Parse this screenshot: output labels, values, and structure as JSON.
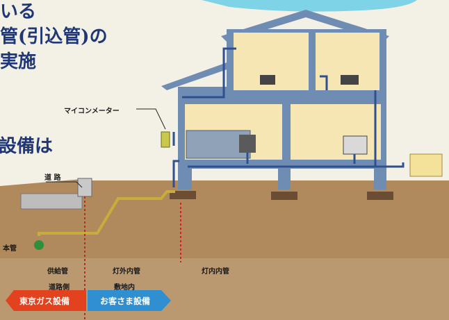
{
  "headline": {
    "line1": "いる",
    "line2": "管(引込管)の",
    "line3": "実施",
    "line4": "設備は"
  },
  "labels": {
    "meter": "マイコンメーター",
    "road": "道 路",
    "main_pipe": "本管",
    "supply_pipe": "供給管",
    "outdoor_pipe": "灯外内管",
    "indoor_pipe": "灯内内管",
    "road_side": "道路側",
    "premises": "敷地内"
  },
  "arrows": {
    "left": {
      "label": "東京ガス設備",
      "color": "#e2421e"
    },
    "right": {
      "label": "お客さま設備",
      "color": "#2f8fd0"
    }
  },
  "colors": {
    "ground": "#b0895d",
    "house_frame": "#5f7fa8",
    "room": "#f6e6b3",
    "pipe": "#2f4f8f",
    "gas_pipe": "#c9ad3c",
    "boundary": "#d0202a"
  }
}
